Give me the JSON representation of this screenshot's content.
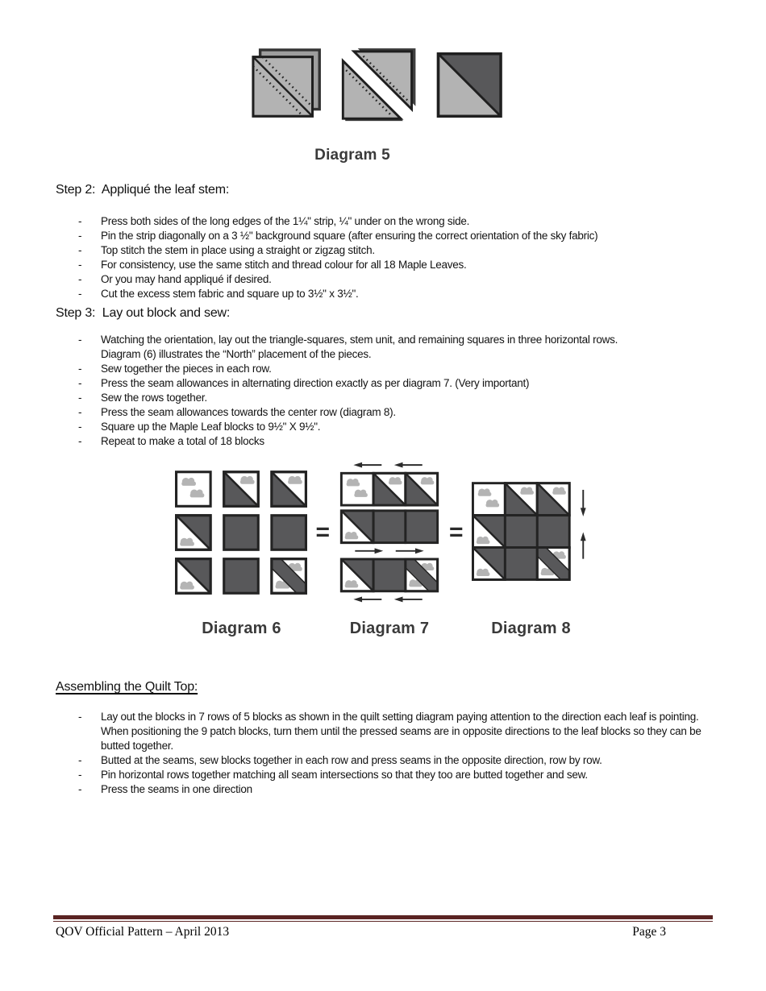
{
  "marker": "-",
  "figures": {
    "diagram5_label": "Diagram 5",
    "diagram6_label": "Diagram 6",
    "diagram7_label": "Diagram 7",
    "diagram8_label": "Diagram 8",
    "equals": "="
  },
  "step2": {
    "heading": "Step 2:  Appliqué the leaf stem:",
    "bullets": [
      "Press both sides of the long edges of the 1¼\" strip, ¼\" under on the wrong side.",
      "Pin the strip diagonally on a 3 ½\" background square (after ensuring the correct orientation of the sky fabric)",
      "Top stitch the stem in place using a straight or zigzag stitch.",
      "For consistency, use the same stitch and thread colour for all 18 Maple Leaves.",
      "Or you may hand appliqué if desired.",
      "Cut the excess stem fabric and square up to 3½\" x 3½\"."
    ]
  },
  "step3": {
    "heading": "Step 3:  Lay out block and sew:",
    "bullets": [
      "Watching the orientation, lay out the triangle-squares, stem unit, and remaining squares in three horizontal rows.",
      "Sew together the pieces in each row.",
      "Press the seam allowances in alternating direction exactly as per diagram 7. (Very important)",
      "Sew the rows together.",
      "Press the seam allowances towards the center row (diagram 8).",
      "Square up the Maple Leaf blocks to 9½\" X  9½\".",
      "Repeat to make a total of 18 blocks"
    ],
    "bullet0_line2": "Diagram (6) illustrates the “North” placement of the pieces."
  },
  "assembling": {
    "heading": "Assembling the Quilt Top:",
    "bullets": [
      "Lay out the blocks in 7 rows of 5 blocks as shown in the quilt setting diagram paying attention to the direction each leaf is pointing.  When positioning the 9 patch blocks, turn them until the pressed seams are in opposite directions to the leaf blocks so they can be butted together.",
      "Butted at the seams, sew blocks together in each row and press seams in the opposite direction, row by row.",
      "Pin horizontal rows together matching all seam intersections so that they too are butted together and sew.",
      "Press the seams in one direction"
    ]
  },
  "footer": {
    "left": "QOV Official Pattern – April 2013",
    "right": "Page 3"
  },
  "colors": {
    "dark_patch": "#58585a",
    "light_patch": "#b3b3b3",
    "cloud_gray": "#b4b4b4",
    "outline": "#232323",
    "footer_rule": "#5a2322"
  }
}
